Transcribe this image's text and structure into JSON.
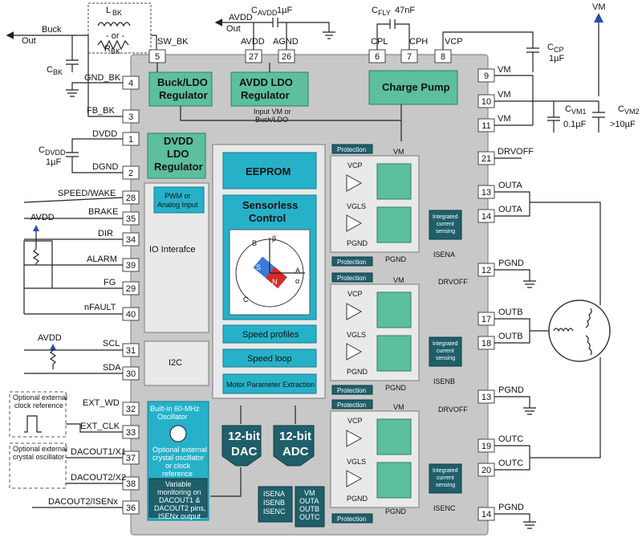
{
  "blocks": {
    "buck_ldo": [
      "Buck/LDO",
      "Regulator"
    ],
    "avdd_ldo": [
      "AVDD LDO",
      "Regulator"
    ],
    "charge_pump": "Charge Pump",
    "dvdd_ldo": [
      "DVDD",
      "LDO",
      "Regulator"
    ],
    "eeprom": "EEPROM",
    "sensorless": [
      "Sensorless",
      "Control"
    ],
    "speed_profiles": "Speed profiles",
    "speed_loop": "Speed loop",
    "motor_param": "Motor Parameter Extraction",
    "pwm_analog": [
      "PWM or",
      "Analog Input"
    ],
    "io_interface": "IO Interafce",
    "i2c": "I2C",
    "oscillator": [
      "Built-in 60-MHz",
      "Oscillator"
    ],
    "osc_note": [
      "Optional external",
      "crystal oscillator",
      "or clock",
      "reference"
    ],
    "dacout_note": [
      "Variable",
      "monitoring on",
      "DACOUT1 &",
      "DACOUT2 pins,",
      "ISENx output"
    ],
    "dac": [
      "12-bit",
      "DAC"
    ],
    "adc": [
      "12-bit",
      "ADC"
    ],
    "adc_inputs_1": [
      "ISENA",
      "ISENB",
      "ISENC"
    ],
    "adc_inputs_2": [
      "VM",
      "OUTA",
      "OUTB",
      "OUTC"
    ],
    "input_vm_note": [
      "Input VM or",
      "Buck/LDO"
    ],
    "protection": "Protection",
    "integrated_sensing": [
      "Integrated",
      "current",
      "sensing"
    ],
    "ext_clock_ref": [
      "Optional external",
      "clock reference"
    ],
    "ext_crystal": [
      "Optional external",
      "crystal oscillator"
    ]
  },
  "components": {
    "lbk": "L",
    "lbk_sub": "BK",
    "or": "- or -",
    "rbk": "R",
    "rbk_sub": "BK",
    "cbk": "C",
    "cbk_sub": "BK",
    "cavdd": "C",
    "cavdd_sub": "AVDD",
    "cavdd_val": "1µF",
    "cfly": "C",
    "cfly_sub": "FLY",
    "cfly_val": "47nF",
    "ccp": "C",
    "ccp_sub": "CP",
    "ccp_val": "1µF",
    "cvm1": "C",
    "cvm1_sub": "VM1",
    "cvm1_val": "0.1µF",
    "cvm2": "C",
    "cvm2_sub": "VM2",
    "cvm2_val": ">10µF",
    "cdvdd": "C",
    "cdvdd_sub": "DVDD",
    "cdvdd_val": "1µF"
  },
  "nets": {
    "buck_out": [
      "Buck",
      "Out"
    ],
    "avdd_out": [
      "AVDD",
      "Out"
    ],
    "vm_top": "VM",
    "avdd_pullup1": "AVDD",
    "avdd_pullup2": "AVDD"
  },
  "pins": [
    {
      "num": "5",
      "name": "SW_BK"
    },
    {
      "num": "27",
      "name": "AVDD"
    },
    {
      "num": "26",
      "name": "AGND"
    },
    {
      "num": "6",
      "name": "CPL"
    },
    {
      "num": "7",
      "name": "CPH"
    },
    {
      "num": "8",
      "name": "VCP"
    },
    {
      "num": "4",
      "name": "GND_BK"
    },
    {
      "num": "3",
      "name": "FB_BK"
    },
    {
      "num": "1",
      "name": "DVDD"
    },
    {
      "num": "2",
      "name": "DGND"
    },
    {
      "num": "28",
      "name": "SPEED/WAKE"
    },
    {
      "num": "35",
      "name": "BRAKE"
    },
    {
      "num": "34",
      "name": "DIR"
    },
    {
      "num": "39",
      "name": "ALARM"
    },
    {
      "num": "29",
      "name": "FG"
    },
    {
      "num": "40",
      "name": "nFAULT"
    },
    {
      "num": "31",
      "name": "SCL"
    },
    {
      "num": "30",
      "name": "SDA"
    },
    {
      "num": "32",
      "name": "EXT_WD"
    },
    {
      "num": "33",
      "name": "EXT_CLK"
    },
    {
      "num": "37",
      "name": "DACOUT1/X1"
    },
    {
      "num": "38",
      "name": "DACOUT2/X2"
    },
    {
      "num": "36",
      "name": "DACOUT2/ISENx"
    },
    {
      "num": "9",
      "name": "VM"
    },
    {
      "num": "10",
      "name": "VM"
    },
    {
      "num": "11",
      "name": "VM"
    },
    {
      "num": "21",
      "name": "DRVOFF"
    },
    {
      "num": "13",
      "name": "OUTA"
    },
    {
      "num": "14",
      "name": "OUTA"
    },
    {
      "num": "12",
      "name": "PGND"
    },
    {
      "num": "17",
      "name": "OUTB"
    },
    {
      "num": "18",
      "name": "OUTB"
    },
    {
      "num": "13",
      "name": "PGND"
    },
    {
      "num": "19",
      "name": "OUTC"
    },
    {
      "num": "20",
      "name": "OUTC"
    },
    {
      "num": "14",
      "name": "PGND"
    }
  ],
  "phases": [
    {
      "vm": "VM",
      "vcp": "VCP",
      "vgls": "VGLS",
      "pgnd1": "PGND",
      "pgnd2": "PGND",
      "isen": "ISENA",
      "drvoff": ""
    },
    {
      "vm": "VM",
      "vcp": "VCP",
      "vgls": "VGLS",
      "pgnd1": "PGND",
      "pgnd2": "PGND",
      "isen": "ISENB",
      "drvoff": "DRVOFF"
    },
    {
      "vm": "VM",
      "vcp": "VCP",
      "vgls": "VGLS",
      "pgnd1": "PGND",
      "pgnd2": "PGND",
      "isen": "ISENC",
      "drvoff": "DRVOFF"
    }
  ],
  "axis_labels": {
    "beta": "β",
    "alpha": "α",
    "a": "A",
    "b": "B",
    "c": "C",
    "s": "S",
    "n": "N"
  },
  "colors": {
    "green": "#5cbf9f",
    "teal": "#26b1c9",
    "dark": "#1f5f6a",
    "chip": "#c8c8c8",
    "vm_arrow": "#1f4fb0"
  }
}
